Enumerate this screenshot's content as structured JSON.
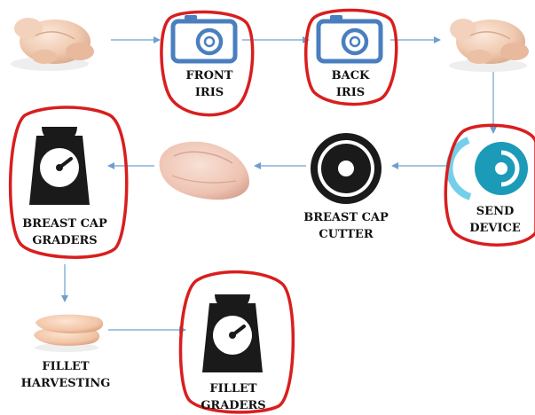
{
  "nodes": {
    "whole_chicken_in": {
      "icon": "whole-chicken-image"
    },
    "front_iris": {
      "icon": "camera-icon",
      "line1": "FRONT",
      "line2": "IRIS"
    },
    "back_iris": {
      "icon": "camera-icon",
      "line1": "BACK",
      "line2": "IRIS"
    },
    "whole_chicken_out": {
      "icon": "whole-chicken-image"
    },
    "send_device": {
      "icon": "send-device-icon",
      "line1": "SEND",
      "line2": "DEVICE"
    },
    "breast_cap_cutter": {
      "icon": "circular-saw-blade-icon",
      "line1": "BREAST CAP",
      "line2": "CUTTER"
    },
    "breast_cap": {
      "icon": "breast-cap-meat-image"
    },
    "breast_cap_graders": {
      "icon": "weighing-scale-icon",
      "line1": "BREAST CAP",
      "line2": "GRADERS"
    },
    "fillet_harvesting": {
      "icon": "chicken-fillets-image",
      "line1": "FILLET",
      "line2": "HARVESTING"
    },
    "fillet_graders": {
      "icon": "weighing-scale-icon",
      "line1": "FILLET",
      "line2": "GRADERS"
    }
  },
  "colors": {
    "arrow": "#6e9fcf",
    "highlight": "#d91e1e",
    "camera": "#4a7fbf",
    "icon_dark": "#1a1a1a",
    "send_teal": "#1b9bb8",
    "send_light": "#74d0ea",
    "meat": "#f3d3c4"
  }
}
